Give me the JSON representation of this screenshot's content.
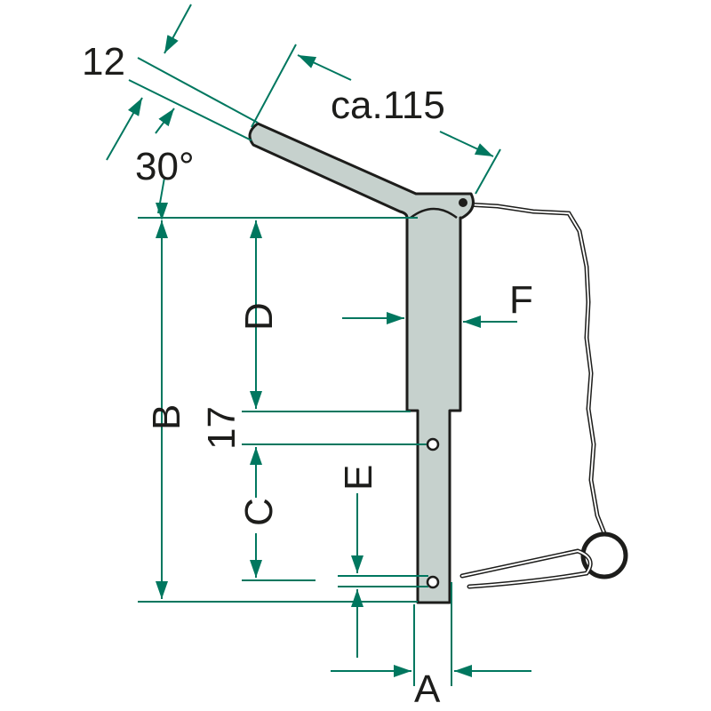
{
  "title": "Linch pin with chain - dimension drawing",
  "colors": {
    "dimension": "#00775f",
    "part": "#c6d1cd",
    "outline": "#1d1d1b"
  },
  "labels": {
    "thickness": "12",
    "angle": "30°",
    "length": "ca.115",
    "B": "B",
    "D": "D",
    "seventeen": "17",
    "C": "C",
    "E": "E",
    "A": "A",
    "F": "F"
  }
}
